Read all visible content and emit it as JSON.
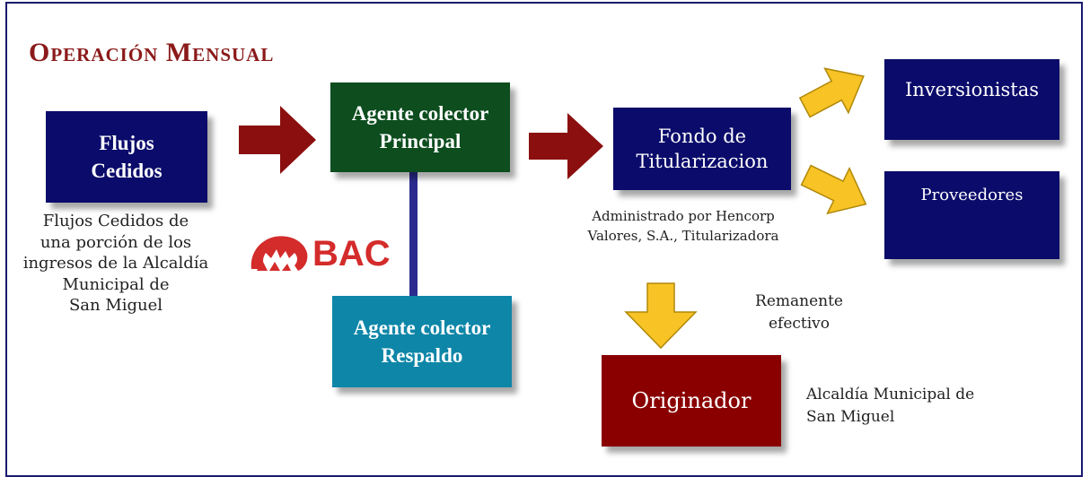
{
  "title": "Operación Mensual",
  "nodes": {
    "flujos": {
      "label_l1": "Flujos",
      "label_l2": "Cedidos"
    },
    "principal": {
      "label_l1": "Agente colector",
      "label_l2": "Principal"
    },
    "respaldo": {
      "label_l1": "Agente colector",
      "label_l2": "Respaldo"
    },
    "fondo": {
      "label_l1": "Fondo de",
      "label_l2": "Titularizacion"
    },
    "inversionistas": {
      "label": "Inversionistas"
    },
    "proveedores": {
      "label": "Proveedores"
    },
    "originador": {
      "label": "Originador"
    }
  },
  "captions": {
    "flujos_desc": [
      "Flujos Cedidos de",
      "una porción de los",
      "ingresos de la  Alcaldía",
      "Municipal de",
      "San Miguel"
    ],
    "fondo_desc": [
      "Administrado por Hencorp",
      "Valores, S.A., Titularizadora"
    ],
    "remanente": [
      "Remanente",
      "efectivo"
    ],
    "alcaldia": [
      "Alcaldía Municipal de",
      "San Miguel"
    ]
  },
  "logo": {
    "text": "BAC",
    "color": "#d42b2b"
  },
  "colors": {
    "navy": "#0b0b6b",
    "dark_green": "#0d4d1e",
    "teal": "#0e86a8",
    "dark_red_box": "#8a0000",
    "arrow_red": "#8b0f0f",
    "arrow_yellow": "#f7c325",
    "connector": "#2b2b8f"
  }
}
